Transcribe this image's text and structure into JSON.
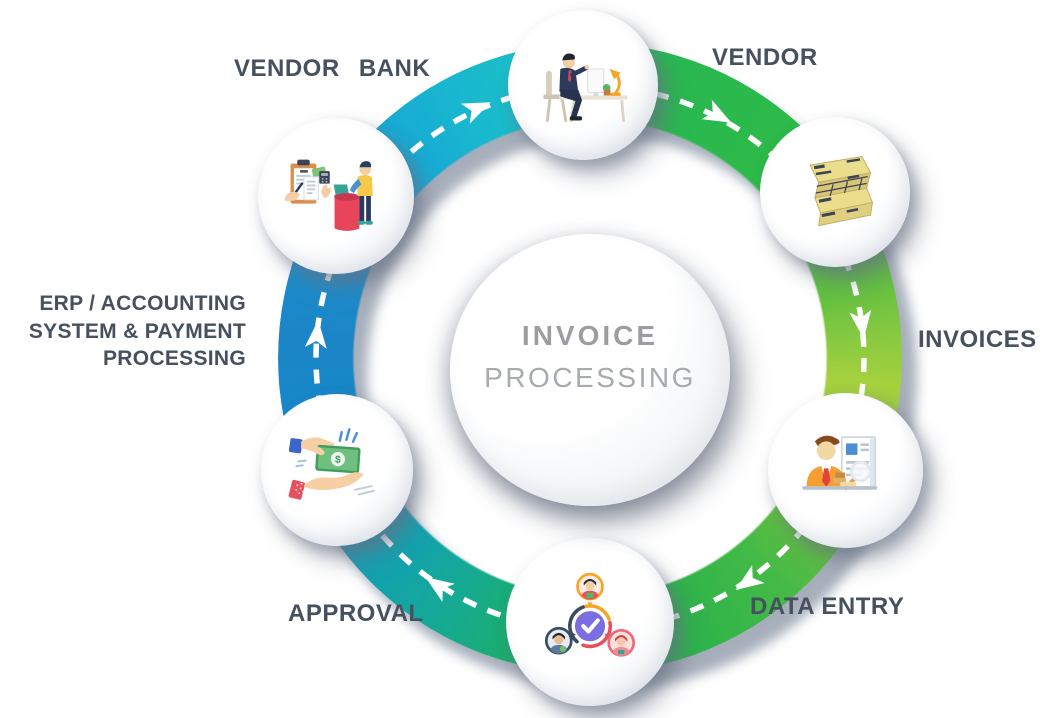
{
  "diagram": {
    "center": {
      "line1": "INVOICE",
      "line2": "PROCESSING"
    },
    "steps": [
      {
        "id": "vendor",
        "label": "VENDOR",
        "icon": "vendor-desk-icon"
      },
      {
        "id": "invoices",
        "label": "INVOICES",
        "icon": "invoice-stack-icon"
      },
      {
        "id": "data_entry",
        "label": "DATA ENTRY",
        "icon": "data-entry-icon"
      },
      {
        "id": "approval",
        "label": "APPROVAL",
        "icon": "approval-icon"
      },
      {
        "id": "erp",
        "label": "ERP / ACCOUNTING SYSTEM & PAYMENT PROCESSING",
        "icon": "payment-hands-icon"
      },
      {
        "id": "vendor_bank",
        "label": "VENDOR BANK",
        "icon": "vendor-bank-icon"
      }
    ],
    "flow": {
      "direction": "clockwise",
      "arrow_color": "#ffffff",
      "arrow_style": "dashed"
    },
    "colors": {
      "ring_blue": "#1b85c7",
      "ring_cyan": "#1cc0c7",
      "ring_green": "#23b14c",
      "ring_lime": "#a6d13f",
      "ring_teal": "#13a4a8",
      "label_text": "#47505f",
      "title_bold": "#9b9da1",
      "title_light": "#a7aaae",
      "shadow_gray": "#8490a0"
    },
    "icon_glyphs": {
      "dollar": "$"
    }
  }
}
